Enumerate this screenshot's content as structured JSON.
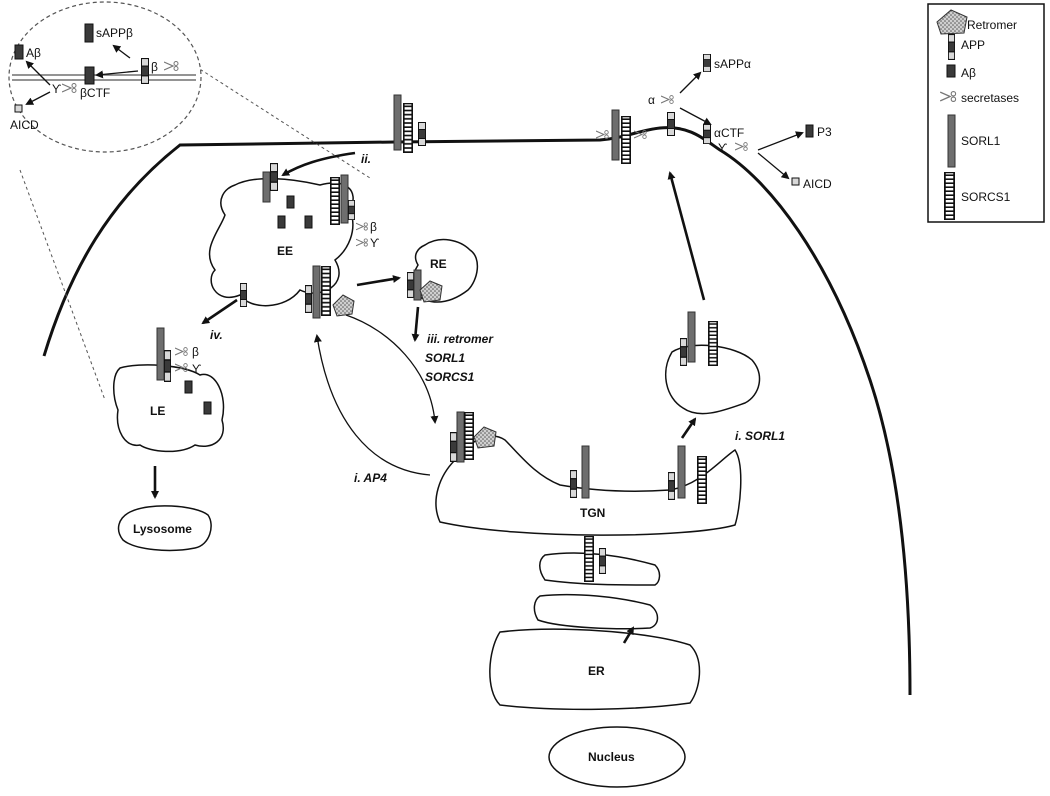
{
  "legend": {
    "retromer": "Retromer",
    "app": "APP",
    "abeta": "Aβ",
    "secretases": "secretases",
    "sorl1": "SORL1",
    "sorcs1": "SORCS1"
  },
  "compartments": {
    "ee": "EE",
    "re": "RE",
    "le": "LE",
    "lysosome": "Lysosome",
    "tgn": "TGN",
    "er": "ER",
    "nucleus": "Nucleus"
  },
  "pathways": {
    "ii": "ii.",
    "iii_line1": "iii. retromer",
    "iii_line2": "SORL1",
    "iii_line3": "SORCS1",
    "iv": "iv.",
    "i_ap4": "i. AP4",
    "i_sorl1": "i. SORL1"
  },
  "amyloidogenic_inset": {
    "abeta": "Aβ",
    "sappb": "sAPPβ",
    "beta": "β",
    "gamma": "Ƴ",
    "bctf": "βCTF",
    "aicd": "AICD"
  },
  "non_amyloidogenic": {
    "sappa": "sAPPα",
    "alpha": "α",
    "actf": "αCTF",
    "gamma": "Ƴ",
    "p3": "P3",
    "aicd": "AICD"
  },
  "ee_cleavage": {
    "beta": "β",
    "gamma": "Ƴ"
  },
  "le_cleavage": {
    "beta": "β",
    "gamma": "Ƴ"
  },
  "colors": {
    "sorl1": "#6e6e6e",
    "abeta": "#3a3a3a",
    "app_light": "#c8c8c8",
    "line": "#111111"
  }
}
